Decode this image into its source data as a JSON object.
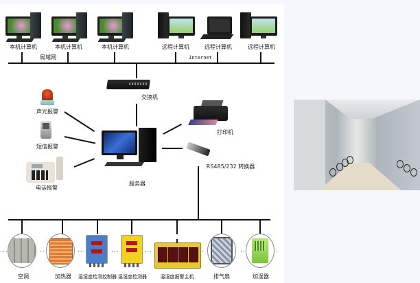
{
  "diagram": {
    "top_bus": {
      "lan_label": "局域网",
      "internet_label": "Internet",
      "local_computers": [
        {
          "label": "本机计算机"
        },
        {
          "label": "本机计算机"
        },
        {
          "label": "本机计算机"
        }
      ],
      "remote_computers": [
        {
          "label": "远程计算机",
          "type": "desktop"
        },
        {
          "label": "远程计算机",
          "type": "laptop"
        },
        {
          "label": "远程计算机",
          "type": "desktop"
        }
      ]
    },
    "core": {
      "switch_label": "交换机",
      "server_label": "服务器",
      "printer_label": "打印机",
      "converter_label": "RS485/232 转换器"
    },
    "alarms": [
      {
        "label": "声光报警",
        "icon": "alarm-light-icon"
      },
      {
        "label": "短信报警",
        "icon": "mobile-phone-icon"
      },
      {
        "label": "电话报警",
        "icon": "desk-phone-icon"
      }
    ],
    "field_devices": [
      {
        "label": "空调",
        "icon": "air-conditioner-icon"
      },
      {
        "label": "加热器",
        "icon": "heater-icon"
      },
      {
        "label": "温湿度检测控制器",
        "icon": "controller-icon"
      },
      {
        "label": "温湿度检测器",
        "icon": "detector-icon"
      },
      {
        "label": "温湿度报警主机",
        "icon": "alarm-host-icon"
      },
      {
        "label": "排气扇",
        "icon": "exhaust-fan-icon"
      },
      {
        "label": "加湿器",
        "icon": "humidifier-icon"
      }
    ]
  },
  "photo": {
    "subject": "compact-shelving-archive-room"
  },
  "colors": {
    "page_bg": "#f4f8fc",
    "line": "#111111",
    "controller_face": "#4a7fc8",
    "detector_face": "#f2d21c",
    "host_face": "#e8c634"
  }
}
